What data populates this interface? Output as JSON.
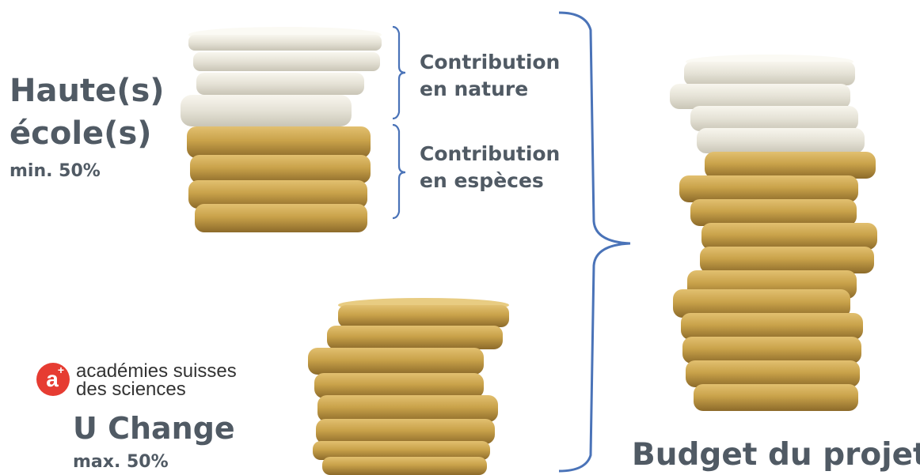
{
  "left_group": {
    "title_line1": "Haute(s)",
    "title_line2": "école(s)",
    "share": "min. 50%"
  },
  "contributions": {
    "nature_line1": "Contribution",
    "nature_line2": "en nature",
    "especes_line1": "Contribution",
    "especes_line2": "en espèces"
  },
  "academies": {
    "name_line1": "académies suisses",
    "name_line2": "des sciences",
    "program": "U Change",
    "share": "max. 50%"
  },
  "budget": {
    "label": "Budget du projet"
  },
  "colors": {
    "text": "#505a64",
    "bracket": "#4a73b8",
    "logo_red": "#e63c32",
    "gold": "#c9a24a",
    "silver": "#e8e6dd"
  },
  "coin_stacks": {
    "left_top": {
      "silver_coins": 4,
      "gold_coins": 4
    },
    "bottom": {
      "silver_coins": 0,
      "gold_coins": 8
    },
    "right": {
      "silver_coins": 4,
      "gold_coins": 11
    }
  }
}
